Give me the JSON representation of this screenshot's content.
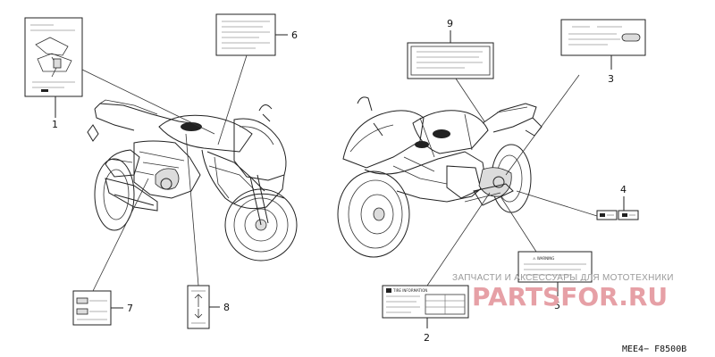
{
  "callouts": [
    {
      "id": "1",
      "text": "1"
    },
    {
      "id": "2",
      "text": "2"
    },
    {
      "id": "3",
      "text": "3"
    },
    {
      "id": "4",
      "text": "4"
    },
    {
      "id": "5",
      "text": "5"
    },
    {
      "id": "6",
      "text": "6"
    },
    {
      "id": "7",
      "text": "7"
    },
    {
      "id": "8",
      "text": "8"
    },
    {
      "id": "9",
      "text": "9"
    }
  ],
  "labels": {
    "warning_label": "⚠ WARNING",
    "tire_label": "TIRE INFORMATION"
  },
  "diagram_code": "MEE4− F8500B",
  "watermark": {
    "text": "ЗАПЧАСТИ И АКСЕССУАРЫ ДЛЯ МОТОТЕХНИКИ",
    "logo": "PARTSFOR.RU",
    "color": "#e6a0a6"
  }
}
